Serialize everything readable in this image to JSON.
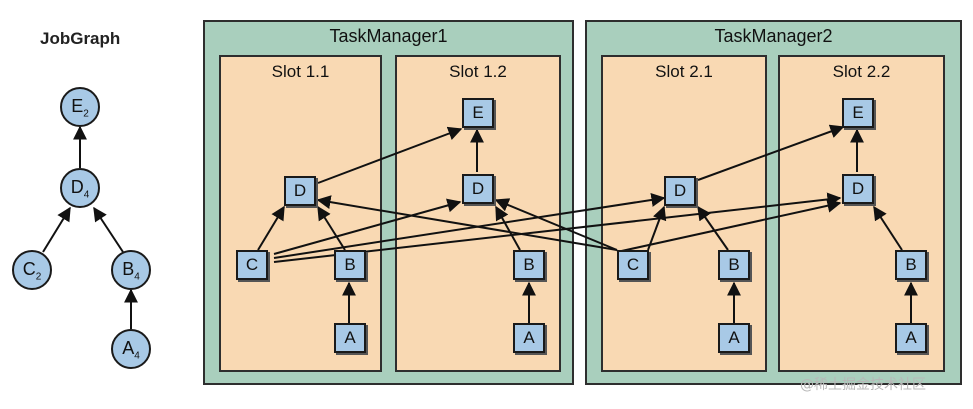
{
  "jobgraph": {
    "title": "JobGraph",
    "nodes": [
      {
        "id": "E",
        "label": "E",
        "sub": "2"
      },
      {
        "id": "D",
        "label": "D",
        "sub": "4"
      },
      {
        "id": "C",
        "label": "C",
        "sub": "2"
      },
      {
        "id": "B",
        "label": "B",
        "sub": "4"
      },
      {
        "id": "A",
        "label": "A",
        "sub": "4"
      }
    ]
  },
  "taskmanagers": [
    {
      "title": "TaskManager1",
      "slots": [
        {
          "title": "Slot 1.1"
        },
        {
          "title": "Slot 1.2"
        }
      ]
    },
    {
      "title": "TaskManager2",
      "slots": [
        {
          "title": "Slot 2.1"
        },
        {
          "title": "Slot 2.2"
        }
      ]
    }
  ],
  "tasks": {
    "s11": {
      "D": "D",
      "C": "C",
      "B": "B",
      "A": "A"
    },
    "s12": {
      "E": "E",
      "D": "D",
      "B": "B",
      "A": "A"
    },
    "s21": {
      "D": "D",
      "C": "C",
      "B": "B",
      "A": "A"
    },
    "s22": {
      "E": "E",
      "D": "D",
      "B": "B",
      "A": "A"
    }
  },
  "watermark": "@稀土掘金技术社区"
}
